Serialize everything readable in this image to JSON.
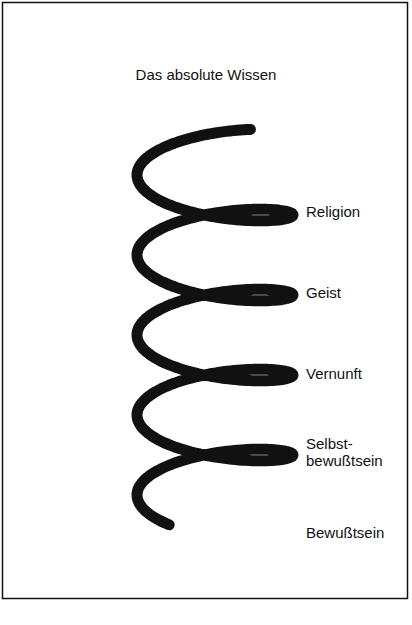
{
  "diagram": {
    "title": "Das absolute Wissen",
    "labels": [
      "Religion",
      "Geist",
      "Vernunft",
      "Selbst- bewußtsein",
      "Bewußtsein"
    ]
  }
}
